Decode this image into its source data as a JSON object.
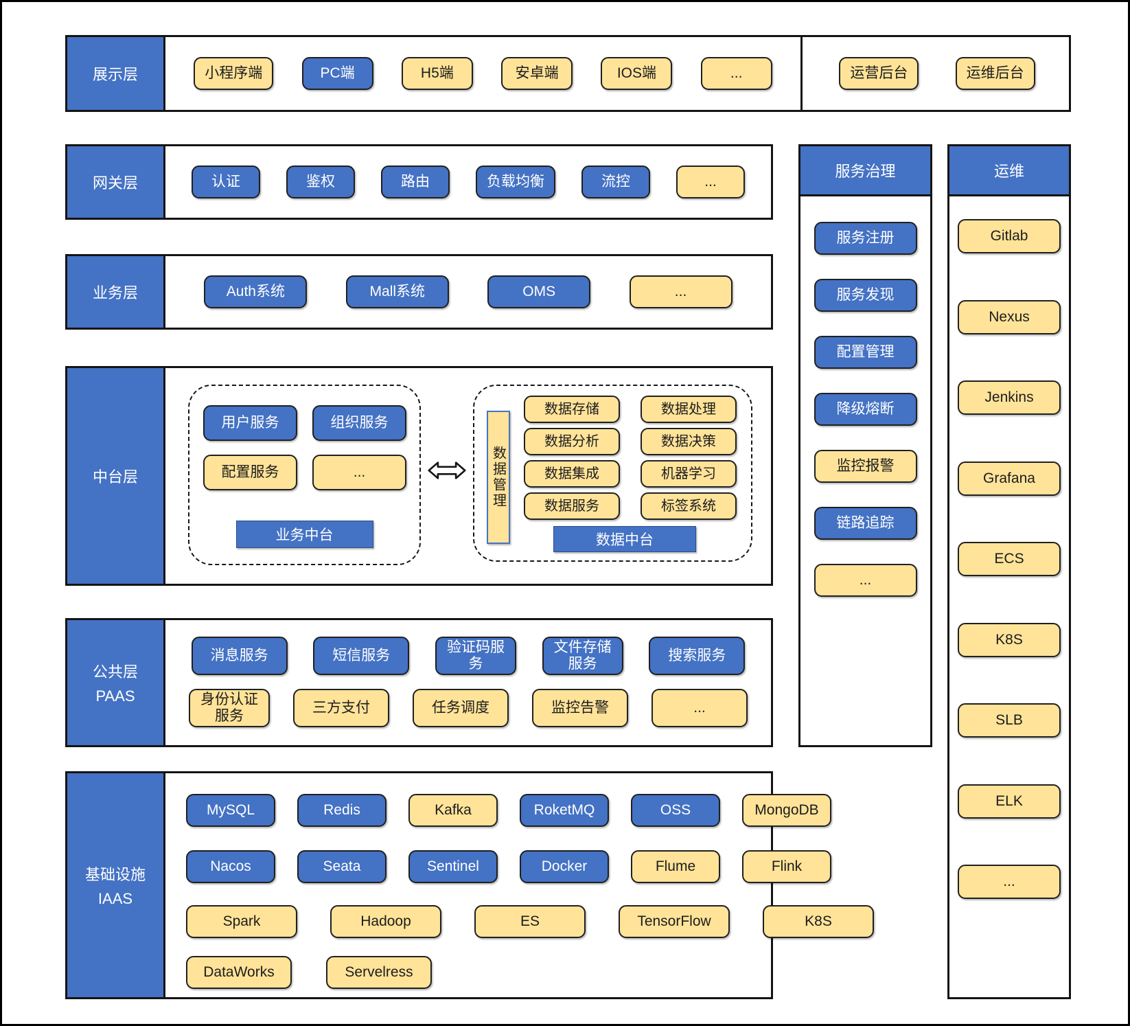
{
  "colors": {
    "blue": "#4472C4",
    "yellow": "#FFE399",
    "line": "#141414"
  },
  "layers": {
    "display": {
      "label": "展示层",
      "items": [
        {
          "label": "小程序端",
          "color": "yellow"
        },
        {
          "label": "PC端",
          "color": "blue"
        },
        {
          "label": "H5端",
          "color": "yellow"
        },
        {
          "label": "安卓端",
          "color": "yellow"
        },
        {
          "label": "IOS端",
          "color": "yellow"
        },
        {
          "label": "...",
          "color": "yellow"
        }
      ],
      "admin_items": [
        {
          "label": "运营后台",
          "color": "yellow"
        },
        {
          "label": "运维后台",
          "color": "yellow"
        }
      ]
    },
    "gateway": {
      "label": "网关层",
      "items": [
        {
          "label": "认证",
          "color": "blue"
        },
        {
          "label": "鉴权",
          "color": "blue"
        },
        {
          "label": "路由",
          "color": "blue"
        },
        {
          "label": "负载均衡",
          "color": "blue"
        },
        {
          "label": "流控",
          "color": "blue"
        },
        {
          "label": "...",
          "color": "yellow"
        }
      ]
    },
    "business": {
      "label": "业务层",
      "items": [
        {
          "label": "Auth系统",
          "color": "blue"
        },
        {
          "label": "Mall系统",
          "color": "blue"
        },
        {
          "label": "OMS",
          "color": "blue"
        },
        {
          "label": "...",
          "color": "yellow"
        }
      ]
    },
    "middle": {
      "label": "中台层",
      "business_platform": {
        "title": "业务中台",
        "items": [
          {
            "label": "用户服务",
            "color": "blue"
          },
          {
            "label": "组织服务",
            "color": "blue"
          },
          {
            "label": "配置服务",
            "color": "yellow"
          },
          {
            "label": "...",
            "color": "yellow"
          }
        ]
      },
      "data_platform": {
        "title": "数据中台",
        "side_label": "数据管理",
        "items": [
          {
            "label": "数据存储",
            "color": "yellow"
          },
          {
            "label": "数据处理",
            "color": "yellow"
          },
          {
            "label": "数据分析",
            "color": "yellow"
          },
          {
            "label": "数据决策",
            "color": "yellow"
          },
          {
            "label": "数据集成",
            "color": "yellow"
          },
          {
            "label": "机器学习",
            "color": "yellow"
          },
          {
            "label": "数据服务",
            "color": "yellow"
          },
          {
            "label": "标签系统",
            "color": "yellow"
          }
        ]
      }
    },
    "paas": {
      "label": "公共层",
      "sublabel": "PAAS",
      "row1": [
        {
          "label": "消息服务",
          "color": "blue"
        },
        {
          "label": "短信服务",
          "color": "blue"
        },
        {
          "label": "验证码服务",
          "color": "blue"
        },
        {
          "label": "文件存储服务",
          "color": "blue"
        },
        {
          "label": "搜索服务",
          "color": "blue"
        }
      ],
      "row2": [
        {
          "label": "身份认证服务",
          "color": "yellow"
        },
        {
          "label": "三方支付",
          "color": "yellow"
        },
        {
          "label": "任务调度",
          "color": "yellow"
        },
        {
          "label": "监控告警",
          "color": "yellow"
        },
        {
          "label": "...",
          "color": "yellow"
        }
      ]
    },
    "iaas": {
      "label": "基础设施",
      "sublabel": "IAAS",
      "rows": [
        [
          {
            "label": "MySQL",
            "color": "blue"
          },
          {
            "label": "Redis",
            "color": "blue"
          },
          {
            "label": "Kafka",
            "color": "yellow"
          },
          {
            "label": "RoketMQ",
            "color": "blue"
          },
          {
            "label": "OSS",
            "color": "blue"
          },
          {
            "label": "MongoDB",
            "color": "yellow"
          }
        ],
        [
          {
            "label": "Nacos",
            "color": "blue"
          },
          {
            "label": "Seata",
            "color": "blue"
          },
          {
            "label": "Sentinel",
            "color": "blue"
          },
          {
            "label": "Docker",
            "color": "blue"
          },
          {
            "label": "Flume",
            "color": "yellow"
          },
          {
            "label": "Flink",
            "color": "yellow"
          }
        ],
        [
          {
            "label": "Spark",
            "color": "yellow"
          },
          {
            "label": "Hadoop",
            "color": "yellow"
          },
          {
            "label": "ES",
            "color": "yellow"
          },
          {
            "label": "TensorFlow",
            "color": "yellow"
          },
          {
            "label": "K8S",
            "color": "yellow"
          }
        ],
        [
          {
            "label": "DataWorks",
            "color": "yellow"
          },
          {
            "label": "Servelress",
            "color": "yellow"
          }
        ]
      ]
    }
  },
  "governance": {
    "title": "服务治理",
    "items": [
      {
        "label": "服务注册",
        "color": "blue"
      },
      {
        "label": "服务发现",
        "color": "blue"
      },
      {
        "label": "配置管理",
        "color": "blue"
      },
      {
        "label": "降级熔断",
        "color": "blue"
      },
      {
        "label": "监控报警",
        "color": "yellow"
      },
      {
        "label": "链路追踪",
        "color": "blue"
      },
      {
        "label": "...",
        "color": "yellow"
      }
    ]
  },
  "ops": {
    "title": "运维",
    "items": [
      {
        "label": "Gitlab",
        "color": "yellow"
      },
      {
        "label": "Nexus",
        "color": "yellow"
      },
      {
        "label": "Jenkins",
        "color": "yellow"
      },
      {
        "label": "Grafana",
        "color": "yellow"
      },
      {
        "label": "ECS",
        "color": "yellow"
      },
      {
        "label": "K8S",
        "color": "yellow"
      },
      {
        "label": "SLB",
        "color": "yellow"
      },
      {
        "label": "ELK",
        "color": "yellow"
      },
      {
        "label": "...",
        "color": "yellow"
      }
    ]
  }
}
